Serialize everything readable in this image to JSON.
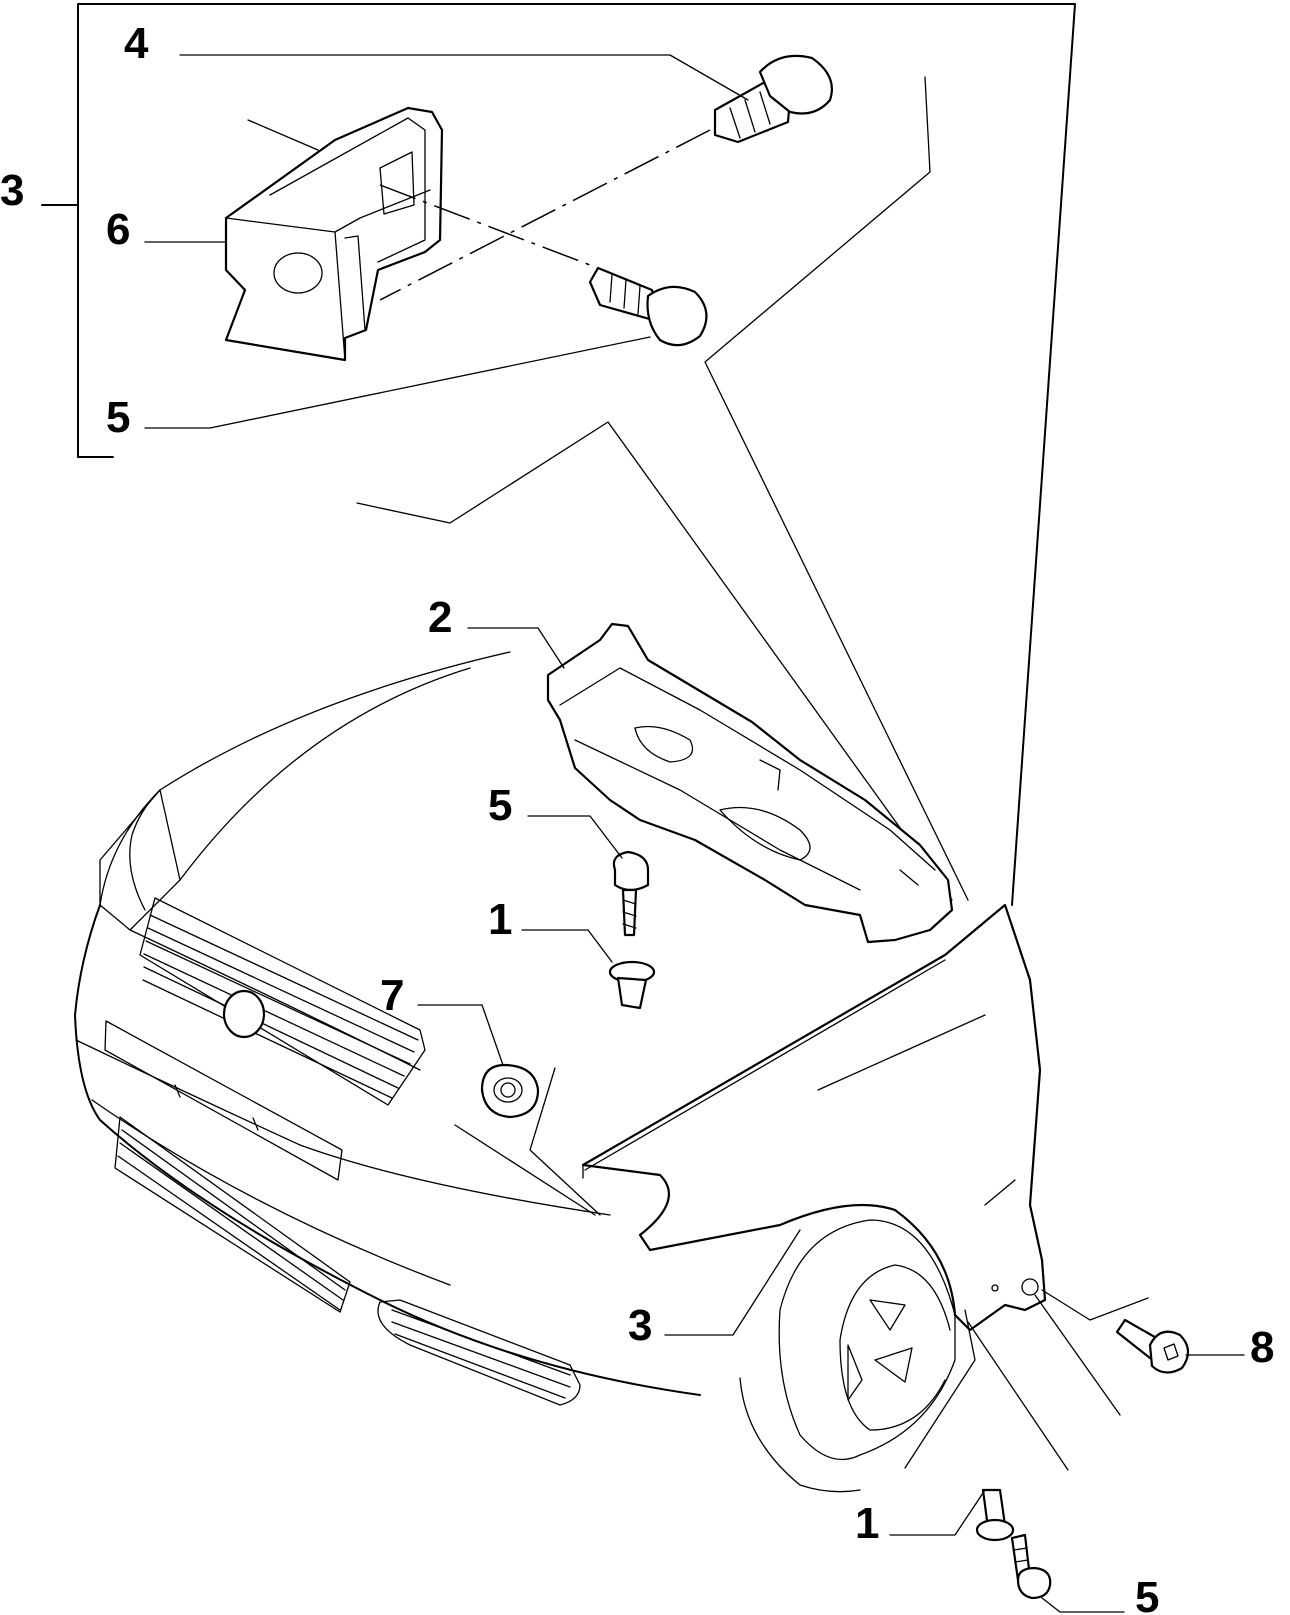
{
  "callouts": {
    "inset_4": "4",
    "inset_3": "3",
    "inset_6": "6",
    "inset_5": "5",
    "label_2": "2",
    "label_5_mid": "5",
    "label_1_mid": "1",
    "label_7": "7",
    "label_3_low": "3",
    "label_8": "8",
    "label_1_low": "1",
    "label_5_low": "5"
  }
}
